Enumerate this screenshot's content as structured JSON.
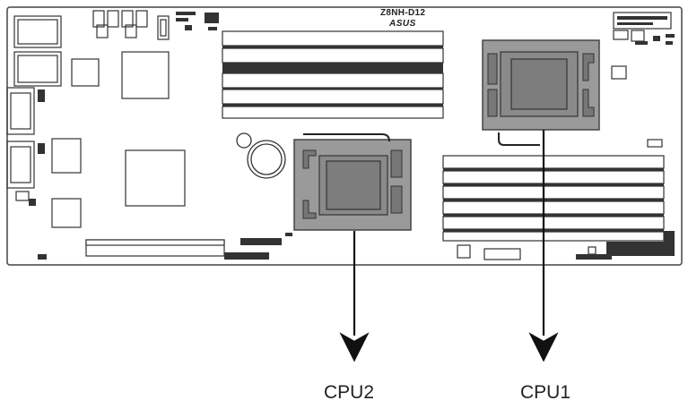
{
  "board": {
    "model": "Z8NH-D12",
    "brand": "ASUS"
  },
  "callouts": {
    "cpu2": "CPU2",
    "cpu1": "CPU1"
  }
}
